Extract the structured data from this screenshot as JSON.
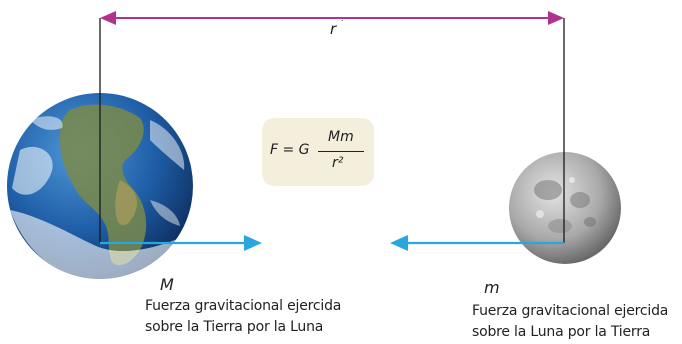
{
  "distance_label": "r",
  "formula": {
    "lhs": "F = G",
    "numerator": "Mm",
    "denominator": "r²"
  },
  "earth_mass_label": "M",
  "moon_mass_label": "m",
  "earth_force_caption": {
    "line1": "Fuerza gravitacional ejercida",
    "line2": "sobre la Tierra por la Luna"
  },
  "moon_force_caption": {
    "line1": "Fuerza gravitacional ejercida",
    "line2": "sobre la Luna por la Tierra"
  },
  "colors": {
    "distance_arrow": "#b0328c",
    "force_arrow": "#2aa6df",
    "formula_bg": "#f4eedc"
  },
  "icons": {
    "earth": "earth-globe-icon",
    "moon": "moon-icon"
  }
}
